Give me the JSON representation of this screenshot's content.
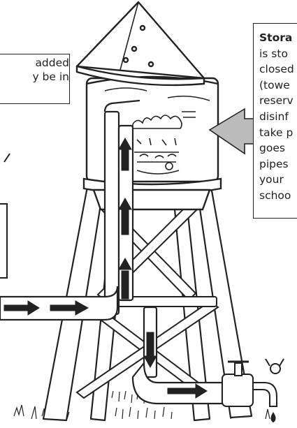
{
  "left_callout": {
    "lines": [
      "added",
      "y be in"
    ]
  },
  "right_callout": {
    "title": "Stora",
    "lines": [
      "is sto",
      "closed",
      "(towe",
      "reserv",
      "disinf",
      "take p",
      "goes",
      "pipes",
      "your",
      "schoo"
    ]
  },
  "colors": {
    "ink": "#222222",
    "arrow_dark": "#222222",
    "callout_arrow_fill": "#bbbbbb"
  }
}
